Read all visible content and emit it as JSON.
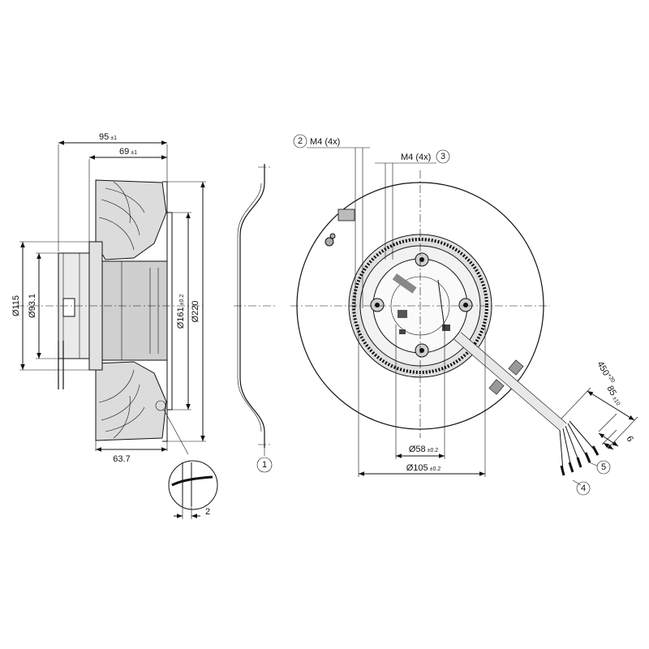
{
  "colors": {
    "line": "#111111",
    "shade": "#d8d8d8",
    "shade_dark": "#b8b8b8",
    "background": "#ffffff"
  },
  "side_view": {
    "width_overall": {
      "value": "95",
      "tol": "±1"
    },
    "width_rotor": {
      "value": "69",
      "tol": "±1"
    },
    "depth_motor": {
      "value": "63.7"
    },
    "dia_hub": {
      "value": "Ø115"
    },
    "dia_flange": {
      "value": "Ø93.1"
    },
    "dia_inlet": {
      "value": "Ø161",
      "tol": "±0.2"
    },
    "dia_impeller": {
      "value": "Ø220"
    },
    "detail_gap": {
      "value": "2"
    }
  },
  "front_view": {
    "thread_a": {
      "marker": "2",
      "label": "M4 (4x)"
    },
    "thread_b": {
      "marker": "3",
      "label": "M4 (4x)"
    },
    "dia_inner": {
      "value": "Ø58",
      "tol": "±0.2"
    },
    "dia_bolt": {
      "value": "Ø105",
      "tol": "±0.2"
    },
    "cable_length": {
      "value": "450",
      "tol": "+20"
    },
    "strip_length": {
      "value": "85",
      "tol": "±10"
    },
    "wire_strip": {
      "value": "6"
    },
    "marker_wires": "4",
    "marker_ends": "5"
  },
  "inlet_ring": {
    "marker": "1"
  }
}
